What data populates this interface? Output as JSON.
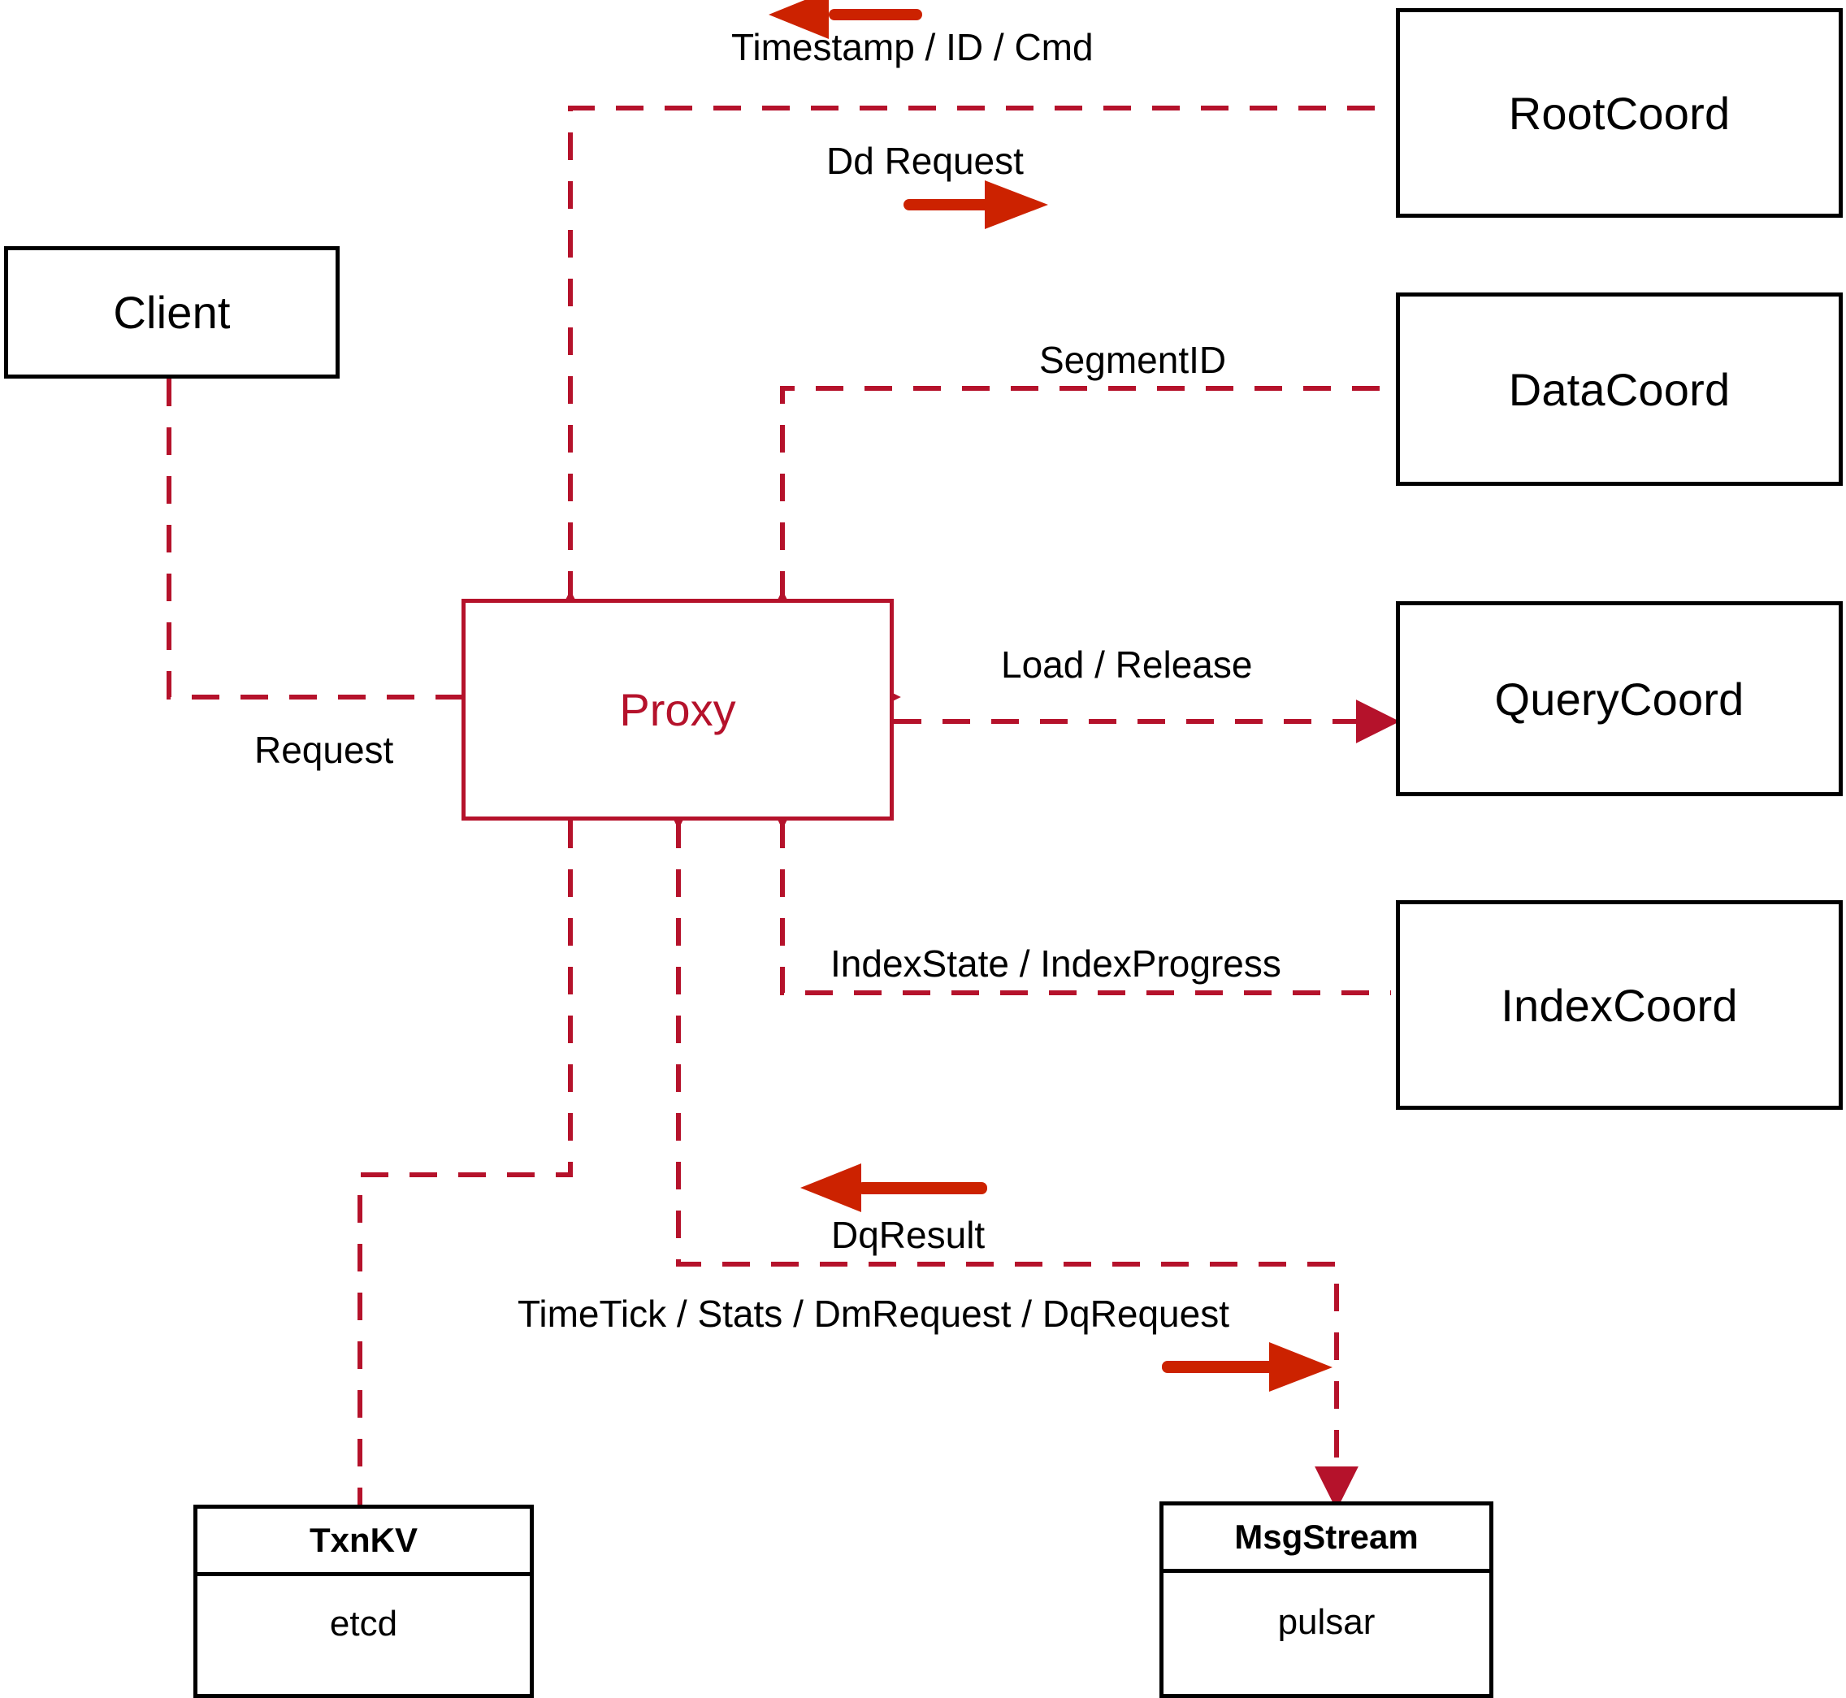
{
  "diagram": {
    "title": "Proxy interaction diagram",
    "colors": {
      "node_stroke": "#000000",
      "proxy_stroke": "#b5122b",
      "flow_line": "#b5122b",
      "direction_arrow": "#cc2200",
      "background": "#ffffff",
      "text": "#000000"
    }
  },
  "nodes": {
    "client": {
      "label": "Client"
    },
    "proxy": {
      "label": "Proxy"
    },
    "root_coord": {
      "label": "RootCoord"
    },
    "data_coord": {
      "label": "DataCoord"
    },
    "query_coord": {
      "label": "QueryCoord"
    },
    "index_coord": {
      "label": "IndexCoord"
    },
    "txnkv": {
      "title": "TxnKV",
      "impl": "etcd"
    },
    "msgstream": {
      "title": "MsgStream",
      "impl": "pulsar"
    }
  },
  "edge_labels": {
    "timestamp_id_cmd": "Timestamp / ID / Cmd",
    "dd_request": "Dd Request",
    "segment_id": "SegmentID",
    "request": "Request",
    "load_release": "Load / Release",
    "index_state_progress": "IndexState / IndexProgress",
    "dq_result": "DqResult",
    "timetick_stats": "TimeTick / Stats / DmRequest / DqRequest"
  }
}
